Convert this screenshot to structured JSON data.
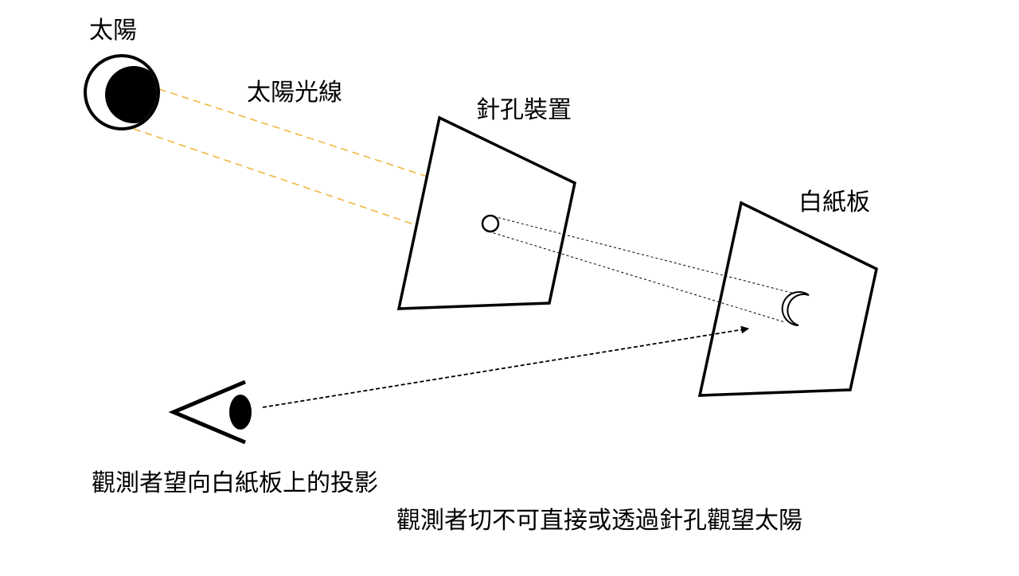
{
  "labels": {
    "sun": "太陽",
    "sun_rays": "太陽光線",
    "pinhole_device": "針孔裝置",
    "white_board": "白紙板",
    "observer_instruction": "觀測者望向白紙板上的投影",
    "safety_warning": "觀測者切不可直接或透過針孔觀望太陽"
  },
  "icons": {
    "sun": "partially-eclipsed-sun-icon",
    "eye": "eye-icon",
    "projection": "crescent-projection-icon"
  },
  "colors": {
    "ray": "#f2b233",
    "line": "#000000",
    "background": "#ffffff"
  }
}
